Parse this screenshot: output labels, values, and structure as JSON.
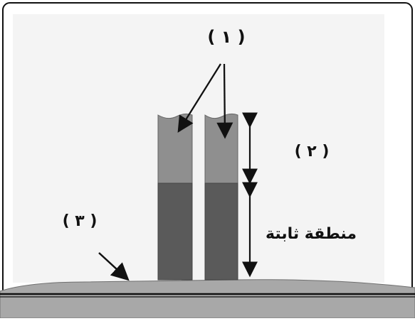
{
  "labels": {
    "one": "( ١ )",
    "two": "( ٢ )",
    "three": "( ٣ )",
    "fixed_zone": "منطقة ثابتة"
  },
  "colors": {
    "background": "#ffffff",
    "frame": "#111111",
    "panel": "#f4f4f4",
    "bar_top": "#8f8f8f",
    "bar_bottom": "#5a5a5a",
    "ground": "#a8a8a8",
    "arrow": "#111111"
  }
}
